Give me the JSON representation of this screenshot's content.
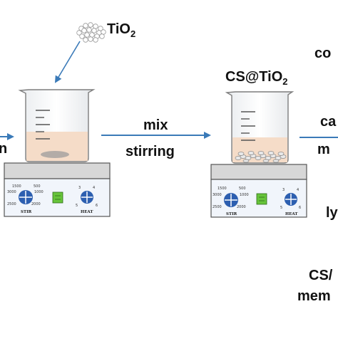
{
  "labels": {
    "tio2": "TiO",
    "tio2_sub": "2",
    "left_cut": "n",
    "mix": "mix",
    "stirring": "stirring",
    "cs_tio2": "CS@TiO",
    "cs_tio2_sub": "2",
    "right_co": "co",
    "right_ca": "ca",
    "right_m": "m",
    "right_ly": "ly",
    "right_cs": "CS/",
    "right_mem": "mem"
  },
  "stirrer_panels": [
    {
      "stir_label": "STIR",
      "heat_label": "HEAT",
      "speed_ticks": [
        "1500",
        "500",
        "3000",
        "1000",
        "2500",
        "2000"
      ],
      "heat_ticks": [
        "3",
        "4",
        "5",
        "6"
      ]
    },
    {
      "stir_label": "STIR",
      "heat_label": "HEAT",
      "speed_ticks": [
        "1500",
        "500",
        "3000",
        "1000",
        "2500",
        "2000"
      ],
      "heat_ticks": [
        "3",
        "4",
        "5",
        "6"
      ]
    }
  ],
  "colors": {
    "arrow": "#3a7ab8",
    "knob": "#2d5fb0",
    "liquid": "#f5dcc8",
    "stirrer_top": "#d7d7d7",
    "stirrer_panel": "#f1f5fb",
    "display": "#67c43a",
    "text": "#111111"
  }
}
